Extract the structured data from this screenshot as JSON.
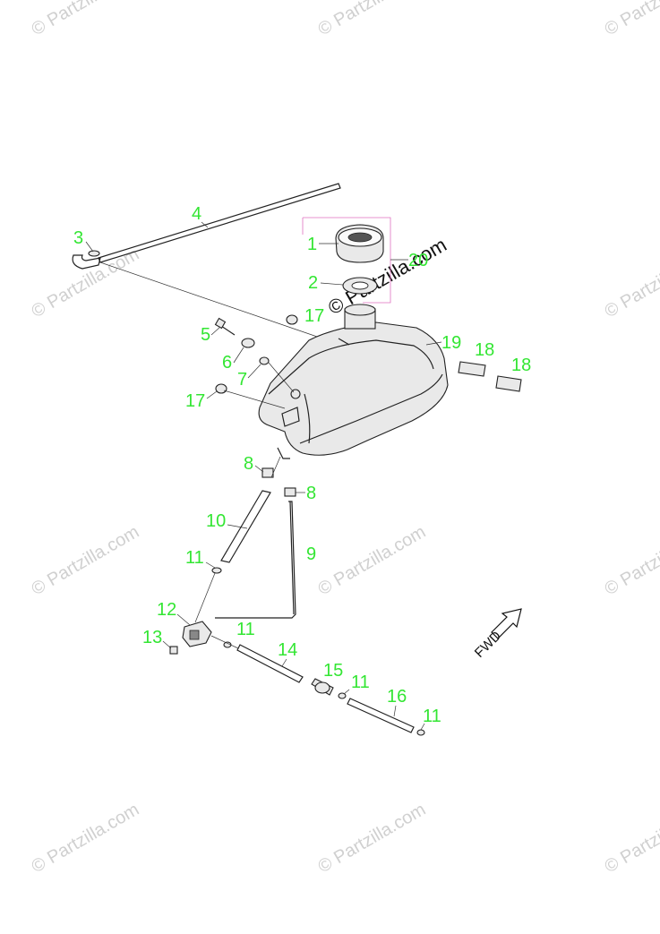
{
  "watermark_text": "© Partzilla.com",
  "fwd_label": "FWD",
  "callouts": [
    {
      "id": "c1",
      "label": "1"
    },
    {
      "id": "c2",
      "label": "2"
    },
    {
      "id": "c20",
      "label": "20"
    },
    {
      "id": "c3",
      "label": "3"
    },
    {
      "id": "c4",
      "label": "4"
    },
    {
      "id": "c5",
      "label": "5"
    },
    {
      "id": "c6",
      "label": "6"
    },
    {
      "id": "c7",
      "label": "7"
    },
    {
      "id": "c17a",
      "label": "17"
    },
    {
      "id": "c17b",
      "label": "17"
    },
    {
      "id": "c19",
      "label": "19"
    },
    {
      "id": "c18a",
      "label": "18"
    },
    {
      "id": "c18b",
      "label": "18"
    },
    {
      "id": "c8a",
      "label": "8"
    },
    {
      "id": "c8b",
      "label": "8"
    },
    {
      "id": "c10",
      "label": "10"
    },
    {
      "id": "c9",
      "label": "9"
    },
    {
      "id": "c11a",
      "label": "11"
    },
    {
      "id": "c12",
      "label": "12"
    },
    {
      "id": "c13",
      "label": "13"
    },
    {
      "id": "c11b",
      "label": "11"
    },
    {
      "id": "c14",
      "label": "14"
    },
    {
      "id": "c15",
      "label": "15"
    },
    {
      "id": "c11c",
      "label": "11"
    },
    {
      "id": "c16",
      "label": "16"
    },
    {
      "id": "c11d",
      "label": "11"
    }
  ],
  "colors": {
    "callout": "#33e633",
    "watermark": "#d0d0d0",
    "highlight_box": "#e070c0"
  }
}
